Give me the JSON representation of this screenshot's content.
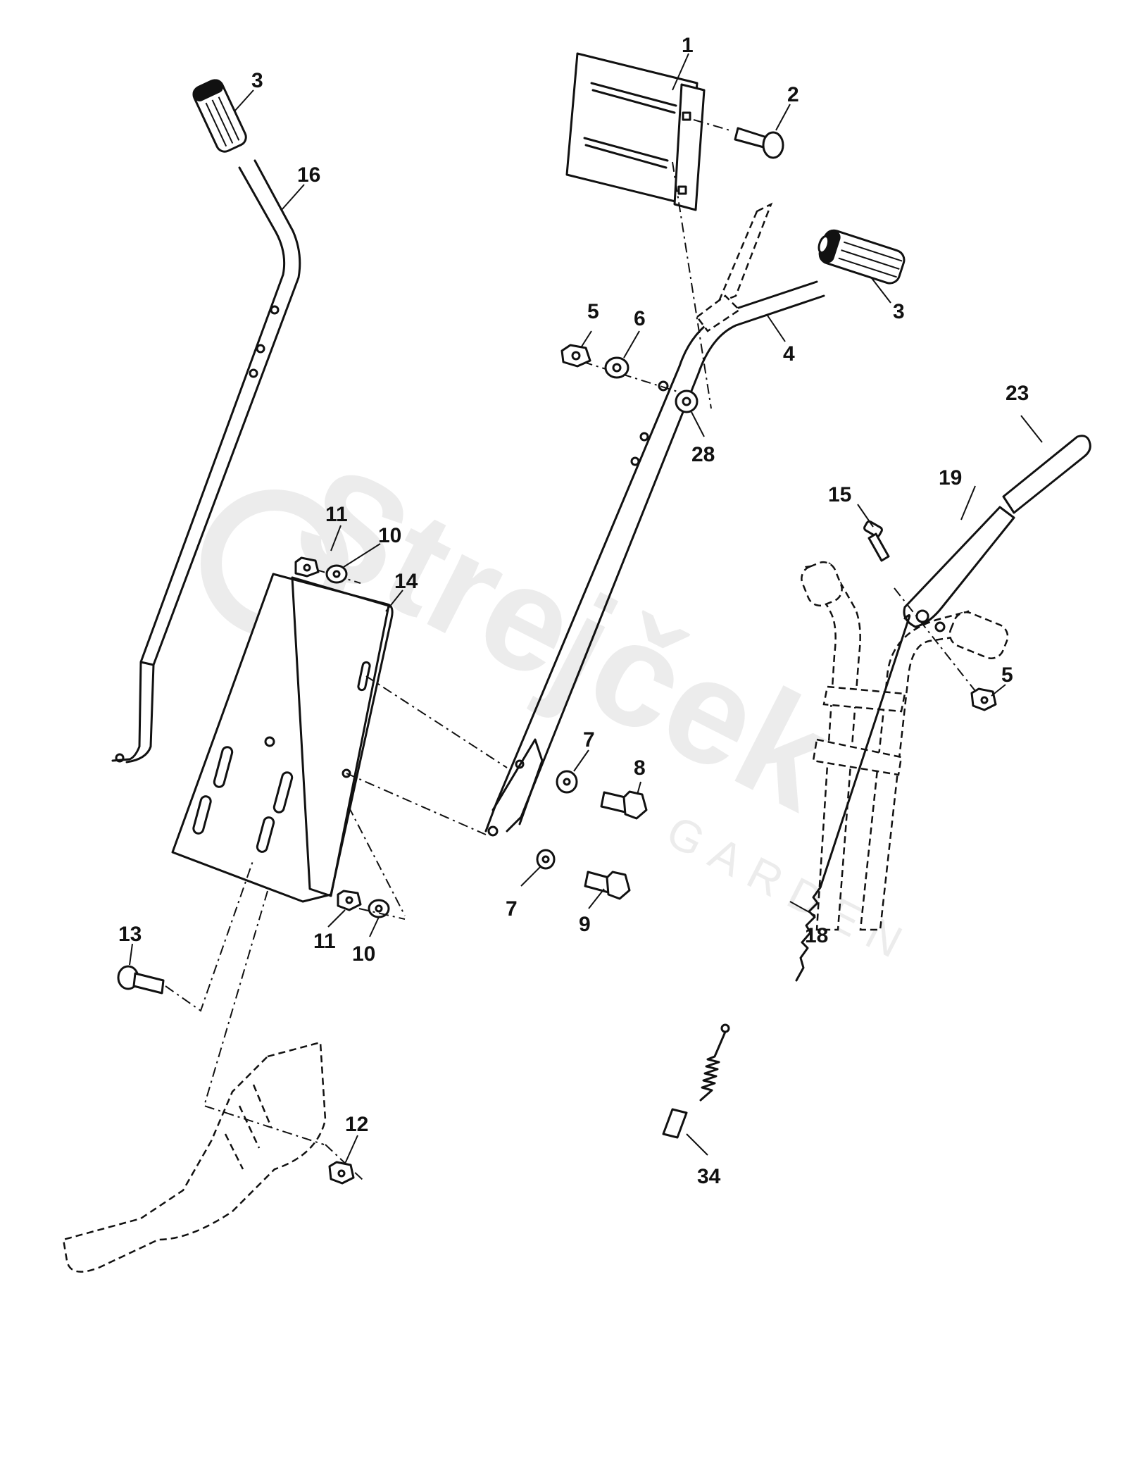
{
  "watermark": {
    "brand": "Strejček",
    "sub": "GARDEN"
  },
  "callouts": {
    "c1": "1",
    "c2": "2",
    "c3_left": "3",
    "c3_right": "3",
    "c4": "4",
    "c5_top": "5",
    "c5_right": "5",
    "c6": "6",
    "c7_upper": "7",
    "c7_lower": "7",
    "c8": "8",
    "c9": "9",
    "c10_upper": "10",
    "c10_lower": "10",
    "c11_upper": "11",
    "c11_lower": "11",
    "c12": "12",
    "c13": "13",
    "c14": "14",
    "c15": "15",
    "c16": "16",
    "c18": "18",
    "c19": "19",
    "c23": "23",
    "c28": "28",
    "c34": "34"
  }
}
